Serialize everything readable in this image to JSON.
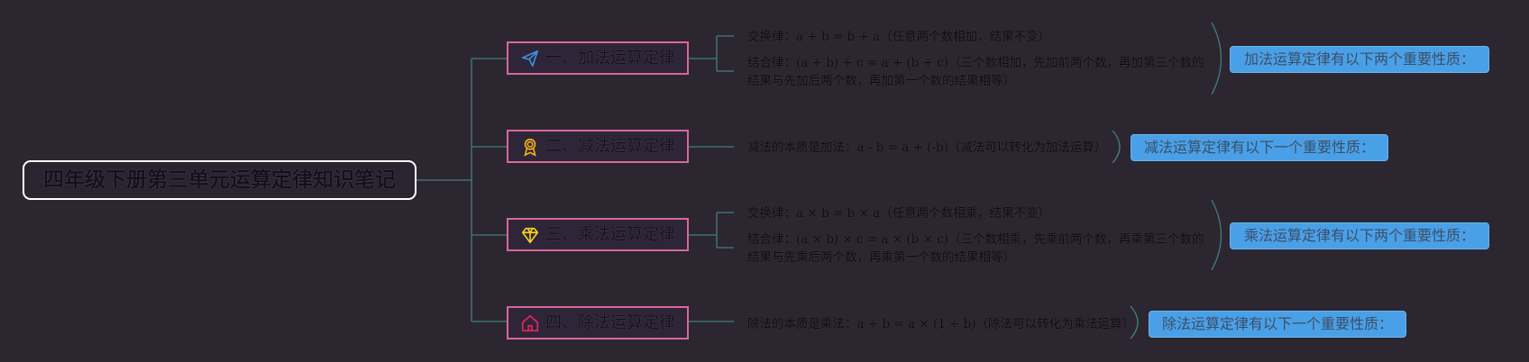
{
  "root": {
    "title": "四年级下册第三单元运算定律知识笔记"
  },
  "colors": {
    "background": "#2c2630",
    "connector": "#3f7f7d",
    "branch_border": "#d9679b",
    "summary_bg": "#4aa0e6",
    "icon_add": "#3f8fd8",
    "icon_sub": "#f2b01e",
    "icon_mul": "#f6d21f",
    "icon_div": "#e0245e"
  },
  "branches": [
    {
      "icon": "paper-plane-icon",
      "label": "一、加法运算定律",
      "items": [
        "交换律：a + b = b + a（任意两个数相加，结果不变）",
        "结合律：(a + b) + c = a + (b + c)（三个数相加，先加前两个数，再加第三个数的结果与先加后两个数，再加第一个数的结果相等）"
      ],
      "summary": "加法运算定律有以下两个重要性质："
    },
    {
      "icon": "award-icon",
      "label": "二、减法运算定律",
      "items": [
        "减法的本质是加法：a - b = a + (-b)（减法可以转化为加法运算）"
      ],
      "summary": "减法运算定律有以下一个重要性质："
    },
    {
      "icon": "diamond-icon",
      "label": "三、乘法运算定律",
      "items": [
        "交换律：a × b = b × a（任意两个数相乘，结果不变）",
        "结合律：(a × b) × c = a × (b × c)（三个数相乘，先乘前两个数，再乘第三个数的结果与先乘后两个数，再乘第一个数的结果相等）"
      ],
      "summary": "乘法运算定律有以下两个重要性质："
    },
    {
      "icon": "home-icon",
      "label": "四、除法运算定律",
      "items": [
        "除法的本质是乘法：a ÷ b = a × (1 ÷ b)（除法可以转化为乘法运算）"
      ],
      "summary": "除法运算定律有以下一个重要性质："
    }
  ]
}
